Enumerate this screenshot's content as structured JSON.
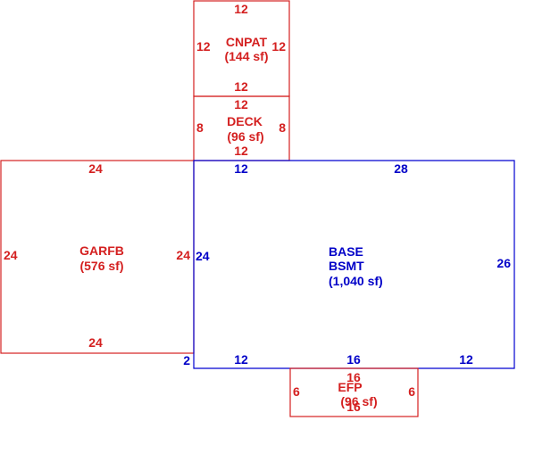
{
  "colors": {
    "red": "#d42020",
    "blue": "#0000c8"
  },
  "areas": {
    "cnpat": {
      "name": "CNPAT",
      "area": "(144 sf)",
      "top": "12",
      "bottom": "12",
      "left": "12",
      "right": "12"
    },
    "deck": {
      "name": "DECK",
      "area": "(96 sf)",
      "top": "12",
      "bottom": "12",
      "left": "8",
      "right": "8"
    },
    "garfb": {
      "name": "GARFB",
      "area": "(576 sf)",
      "top": "24",
      "bottom": "24",
      "left": "24",
      "right": "24"
    },
    "base": {
      "name": "BASE",
      "name2": "BSMT",
      "area": "(1,040 sf)",
      "top_left": "12",
      "top": "28",
      "left": "24",
      "right": "26",
      "bottom_left": "12",
      "bottom_mid": "16",
      "bottom_right": "12",
      "step": "2"
    },
    "efp": {
      "name": "EFP",
      "area": "(96 sf)",
      "top": "16",
      "bottom": "16",
      "left": "6",
      "right": "6"
    }
  }
}
